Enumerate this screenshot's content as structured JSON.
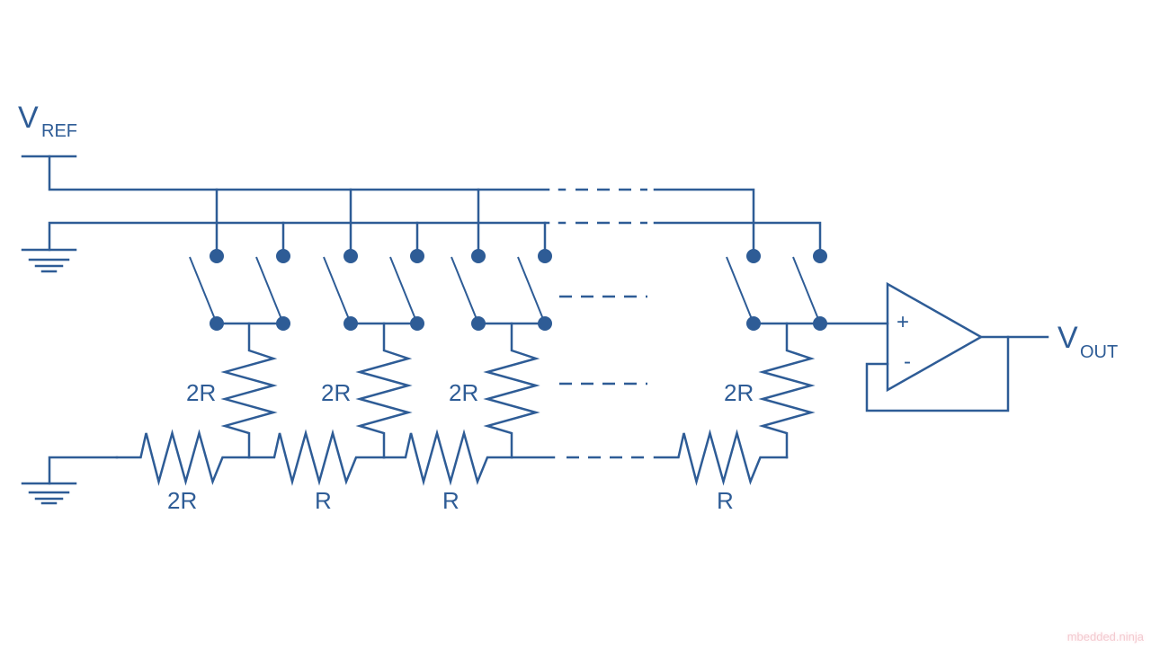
{
  "diagram": {
    "title": "R-2R ladder DAC with switches and op-amp buffer",
    "color": "#2e5c96",
    "labels": {
      "vref_main": "V",
      "vref_sub": "REF",
      "vout_main": "V",
      "vout_sub": "OUT",
      "opamp_plus": "+",
      "opamp_minus": "-"
    },
    "vertical_resistors": [
      {
        "label": "2R"
      },
      {
        "label": "2R"
      },
      {
        "label": "2R"
      },
      {
        "label": "2R"
      }
    ],
    "horizontal_resistors": [
      {
        "label": "2R"
      },
      {
        "label": "R"
      },
      {
        "label": "R"
      },
      {
        "label": "R"
      }
    ],
    "switch_count": 4,
    "watermark": "mbedded.ninja"
  }
}
